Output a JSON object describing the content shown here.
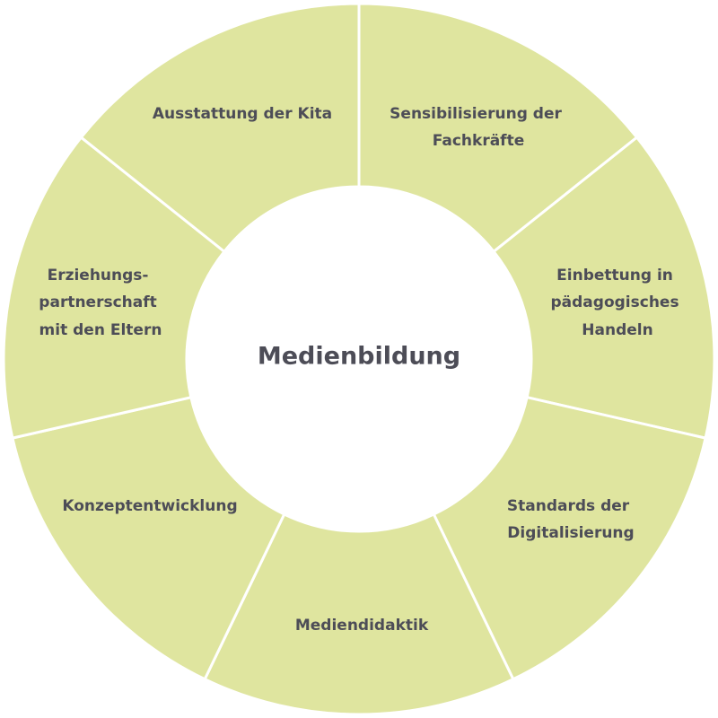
{
  "center_label": "Medienbildung",
  "colors": {
    "segment_fill": "#dfe59f",
    "separator": "#ffffff",
    "text": "#4d4d57"
  },
  "segments": [
    {
      "lines": [
        "Sensibilisierung der",
        "Fachkräfte"
      ]
    },
    {
      "lines": [
        "Einbettung in",
        "pädagogisches",
        "Handeln"
      ]
    },
    {
      "lines": [
        "Standards der",
        "Digitalisierung"
      ]
    },
    {
      "lines": [
        "Mediendidaktik"
      ]
    },
    {
      "lines": [
        "Konzeptentwicklung"
      ]
    },
    {
      "lines": [
        "Erziehungs-",
        "partnerschaft",
        "mit den Eltern"
      ]
    },
    {
      "lines": [
        "Ausstattung der Kita"
      ]
    }
  ]
}
